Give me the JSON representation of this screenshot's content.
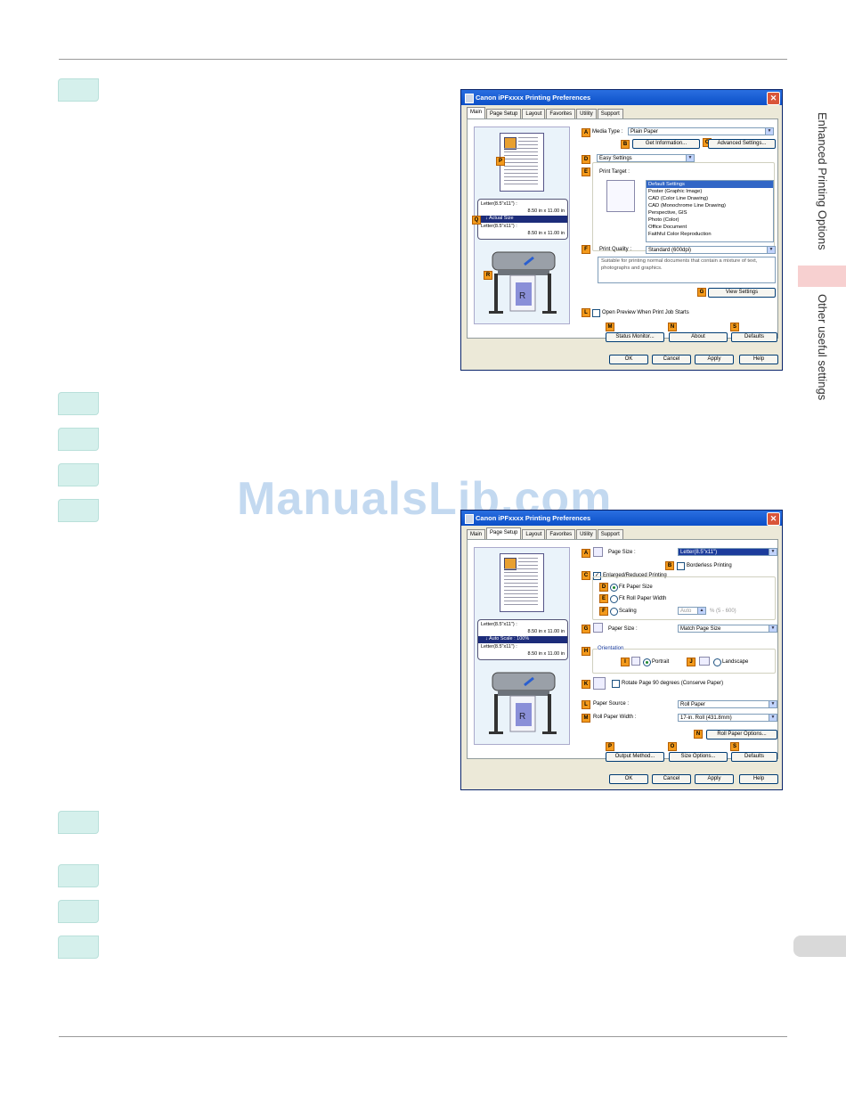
{
  "side": {
    "section": "Enhanced Printing Options",
    "subsection": "Other useful settings"
  },
  "watermark": "ManualsLib.com",
  "dialog1": {
    "title": "Canon iPFxxxx Printing Preferences",
    "tabs": [
      "Main",
      "Page Setup",
      "Layout",
      "Favorites",
      "Utility",
      "Support"
    ],
    "info": {
      "line1": "Letter(8.5\"x11\") :",
      "line2": "8.50 in x 11.00 in",
      "line3": "Actual Size",
      "line4": "Letter(8.5\"x11\") :",
      "line5": "8.50 in x 11.00 in"
    },
    "labels": {
      "P": "P",
      "Q": "Q",
      "R": "R",
      "A": "A",
      "B": "B",
      "C": "C",
      "D": "D",
      "E": "E",
      "F": "F",
      "G": "G",
      "L": "L",
      "M": "M",
      "N": "N",
      "S": "S"
    },
    "media_type_label": "Media Type :",
    "media_type_value": "Plain Paper",
    "get_information": "Get Information...",
    "advanced_settings": "Advanced Settings...",
    "easy_settings": "Easy Settings",
    "print_target_label": "Print Target :",
    "print_targets": [
      "Default Settings",
      "Poster (Graphic Image)",
      "CAD (Color Line Drawing)",
      "CAD (Monochrome Line Drawing)",
      "Perspective, GIS",
      "Photo (Color)",
      "Office Document",
      "Faithful Color Reproduction"
    ],
    "print_quality_label": "Print Quality :",
    "print_quality_value": "Standard (600dpi)",
    "description": "Suitable for printing normal documents that contain a mixture of text, photographs and graphics.",
    "view_settings": "View Settings",
    "open_preview": "Open Preview When Print Job Starts",
    "status_monitor": "Status Monitor...",
    "about": "About",
    "defaults": "Defaults",
    "ok": "OK",
    "cancel": "Cancel",
    "apply": "Apply",
    "help": "Help"
  },
  "dialog2": {
    "title": "Canon iPFxxxx Printing Preferences",
    "tabs": [
      "Main",
      "Page Setup",
      "Layout",
      "Favorites",
      "Utility",
      "Support"
    ],
    "info": {
      "line1": "Letter(8.5\"x11\") :",
      "line2": "8.50 in x 11.00 in",
      "line3": "Auto Scale : 100%",
      "line4": "Letter(8.5\"x11\") :",
      "line5": "8.50 in x 11.00 in"
    },
    "labels": {
      "A": "A",
      "B": "B",
      "C": "C",
      "D": "D",
      "E": "E",
      "F": "F",
      "G": "G",
      "H": "H",
      "I": "I",
      "J": "J",
      "K": "K",
      "L": "L",
      "M": "M",
      "N": "N",
      "P": "P",
      "O": "O",
      "S": "S"
    },
    "page_size_label": "Page Size :",
    "page_size_value": "Letter(8.5\"x11\")",
    "borderless": "Borderless Printing",
    "enlarged": "Enlarged/Reduced Printing",
    "fit_paper_size": "Fit Paper Size",
    "fit_roll_width": "Fit Roll Paper Width",
    "scaling": "Scaling",
    "scaling_value": "Auto",
    "scaling_range": "% (5 - 600)",
    "paper_size_label": "Paper Size :",
    "paper_size_value": "Match Page Size",
    "orientation": "Orientation",
    "portrait": "Portrait",
    "landscape": "Landscape",
    "rotate": "Rotate Page 90 degrees (Conserve Paper)",
    "paper_source_label": "Paper Source :",
    "paper_source_value": "Roll Paper",
    "roll_width_label": "Roll Paper Width :",
    "roll_width_value": "17-in. Roll (431.8mm)",
    "roll_options": "Roll Paper Options...",
    "output_method": "Output Method...",
    "size_options": "Size Options...",
    "defaults": "Defaults",
    "ok": "OK",
    "cancel": "Cancel",
    "apply": "Apply",
    "help": "Help"
  }
}
